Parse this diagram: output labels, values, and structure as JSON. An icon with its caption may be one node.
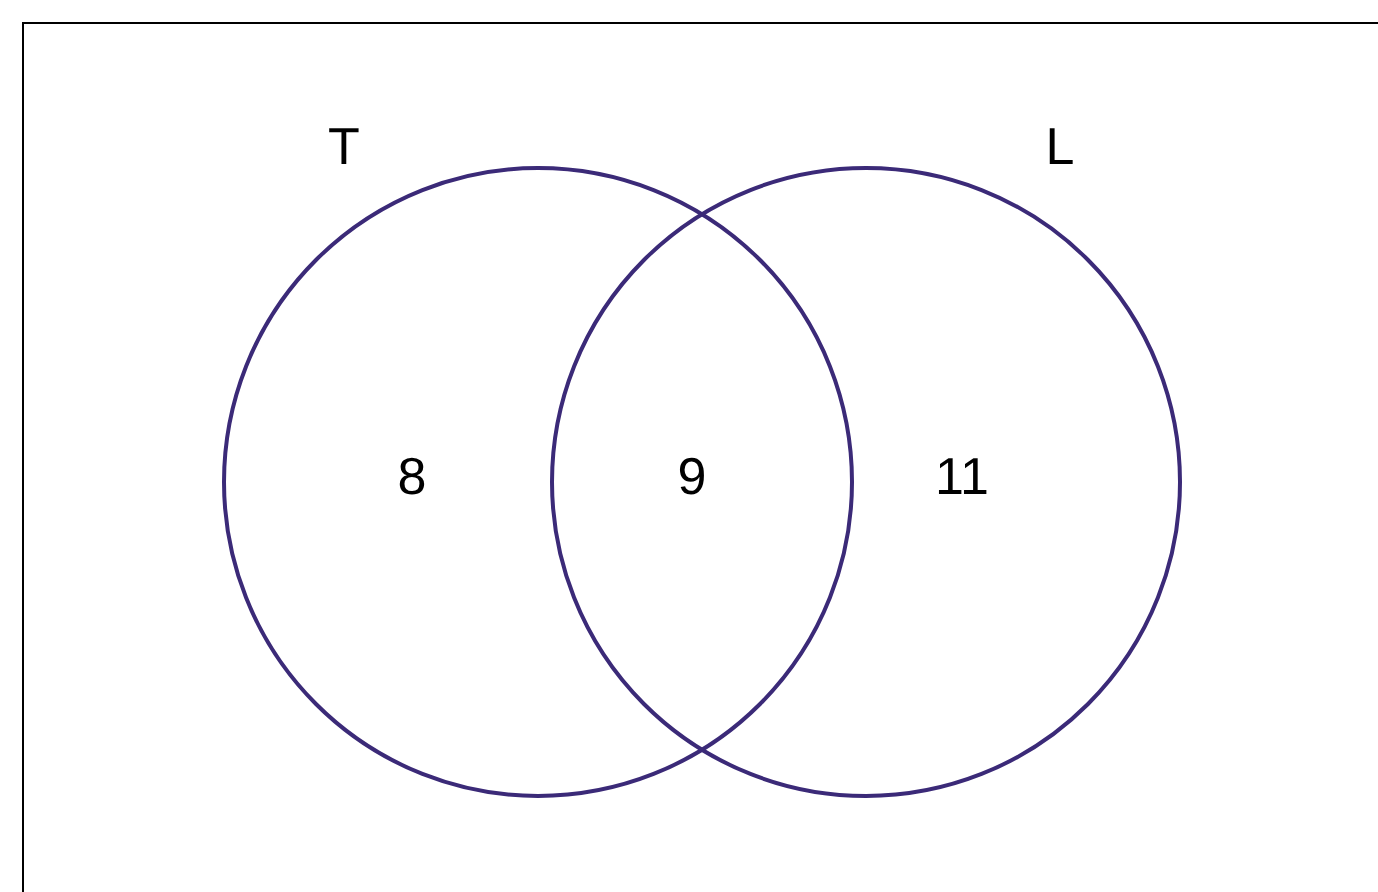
{
  "diagram": {
    "nodes": [
      {
        "text": [
          "T"
        ]
      },
      {
        "text": [
          "L"
        ]
      }
    ],
    "labels": [
      "8",
      "9",
      "11"
    ]
  }
}
